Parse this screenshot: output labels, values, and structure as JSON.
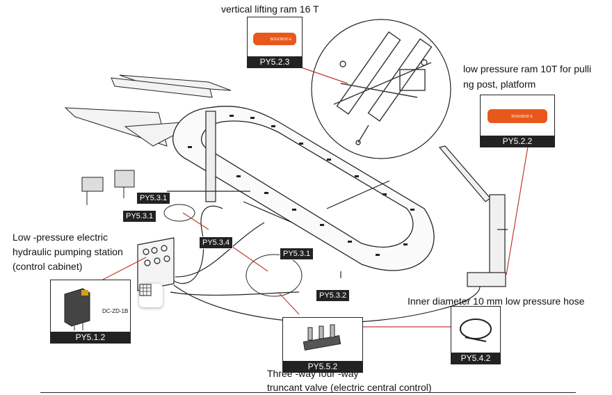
{
  "labels": {
    "lift_ram": "vertical lifting ram 16 T",
    "low_ram_line1": "low pressure ram 10T for pulli",
    "low_ram_line2": "ng post, platform",
    "pump_line1": "Low -pressure electric",
    "pump_line2": "hydraulic pumping station",
    "pump_line3": " (control cabinet)",
    "hose": "Inner diameter 10 mm low pressure hose",
    "valve_line1": "Three -way four -way",
    "valve_line2": "truncant valve (electric central control)"
  },
  "boxes": {
    "lift_ram_code": "PY5.2.3",
    "low_ram_code": "PY5.2.2",
    "pump_code": "PY5.1.2",
    "pump_model": "DC-ZD-1B",
    "valve_code": "PY5.5.2",
    "hose_code": "PY5.4.2"
  },
  "tags": {
    "t1": "PY5.3.1",
    "t2": "PY5.3.1",
    "t3": "PY5.3.4",
    "t4": "PY5.3.1",
    "t5": "PY5.3.2"
  },
  "ram_text": "BOGOBOD E",
  "icons": {
    "floating": "table-grid-icon"
  },
  "colors": {
    "ram": "#e8581c",
    "callout_line": "#c0392b",
    "tag_bg": "#222222"
  }
}
